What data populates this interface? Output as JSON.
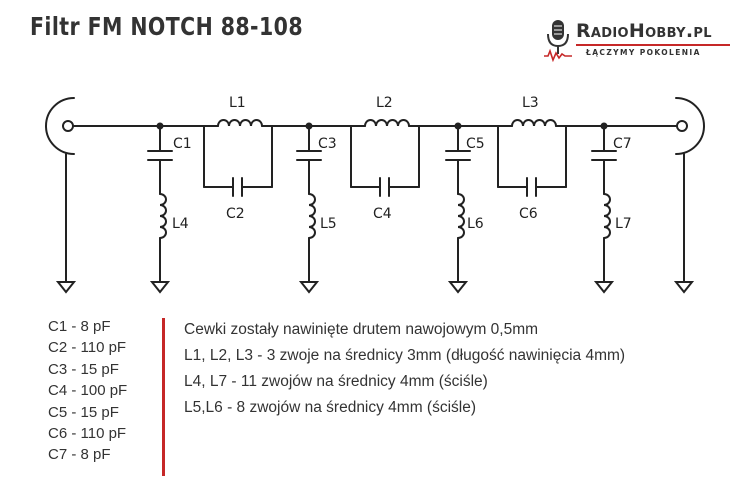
{
  "title": "Filtr FM NOTCH 88-108",
  "logo": {
    "name": "RadioHobby.pl",
    "tagline": "ŁĄCZYMY POKOLENIA",
    "accent_color": "#c62828",
    "icon": "microphone-icon"
  },
  "schematic": {
    "labels": {
      "L1": "L1",
      "L2": "L2",
      "L3": "L3",
      "C1": "C1",
      "C2": "C2",
      "C3": "C3",
      "C4": "C4",
      "C5": "C5",
      "C6": "C6",
      "C7": "C7",
      "L4": "L4",
      "L5": "L5",
      "L6": "L6",
      "L7": "L7"
    }
  },
  "components": [
    "C1 - 8 pF",
    "C2 - 110 pF",
    "C3 - 15 pF",
    "C4 - 100 pF",
    "C5 - 15 pF",
    "C6 - 110 pF",
    "C7 - 8 pF"
  ],
  "notes": [
    "Cewki zostały nawinięte drutem nawojowym 0,5mm",
    "L1, L2, L3 - 3 zwoje na średnicy 3mm (długość nawinięcia 4mm)",
    "L4, L7 - 11 zwojów na średnicy 4mm (ściśle)",
    "L5,L6 - 8 zwojów na średnicy 4mm (ściśle)"
  ],
  "divider_color": "#c62828"
}
